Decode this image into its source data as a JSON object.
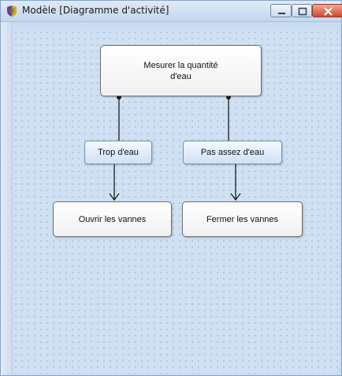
{
  "window": {
    "title": "Modèle [Diagramme d'activité]",
    "icon": "shield-icon",
    "buttons": {
      "minimize": "minimize-icon",
      "maximize": "maximize-icon",
      "close": "close-icon"
    }
  },
  "diagram": {
    "nodes": {
      "measure": "Mesurer la quantité d'eau",
      "too_much": "Trop d'eau",
      "not_enough": "Pas assez d'eau",
      "open_valves": "Ouvrir les vannes",
      "close_valves": "Fermer les vannes"
    }
  },
  "colors": {
    "canvas": "#cfe0f2",
    "node_border": "#6f6f6f",
    "guard_fill": "#cfe0f4",
    "connector": "#1a1a1a"
  }
}
